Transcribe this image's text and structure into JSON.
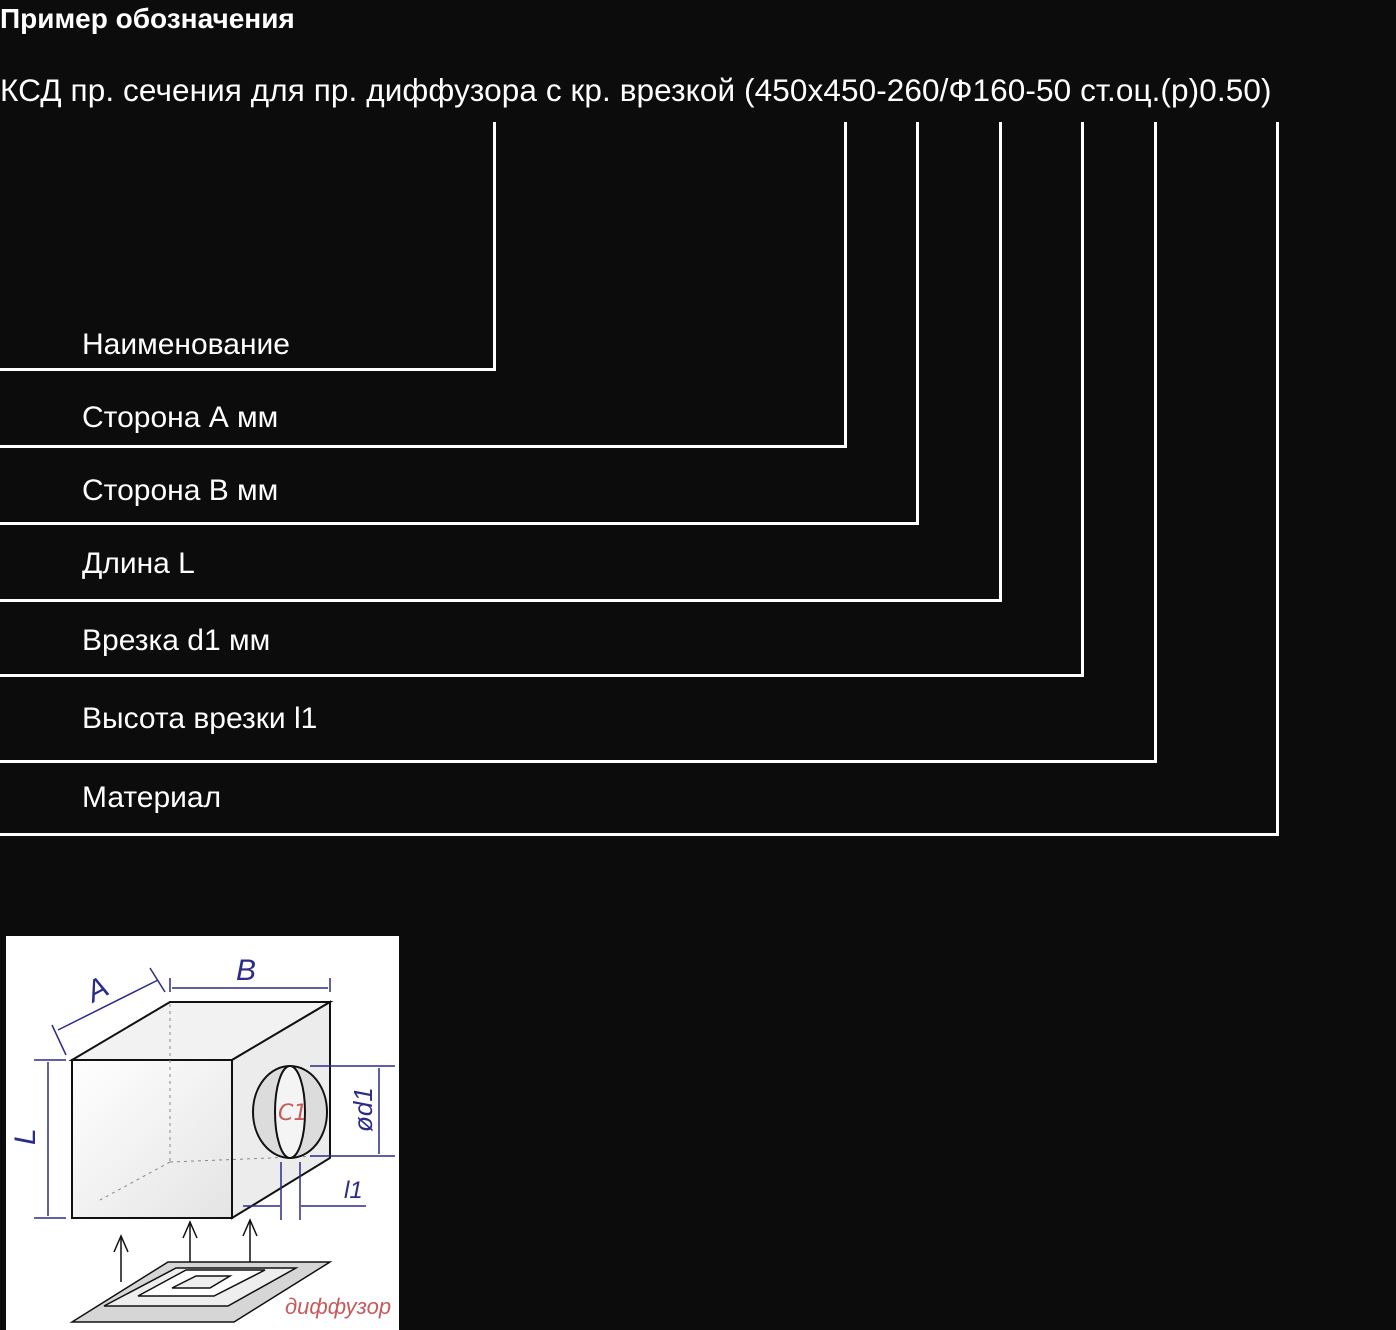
{
  "title": "Пример обозначения",
  "designation": "КСД пр. сечения для пр. диффузора с кр. врезкой (450х450-260/Ф160-50 ст.оц.(р)0.50)",
  "legend": [
    {
      "label": "Наименование"
    },
    {
      "label": "Сторона А мм"
    },
    {
      "label": "Сторона B мм"
    },
    {
      "label": "Длина L"
    },
    {
      "label": "Врезка d1 мм"
    },
    {
      "label": "Высота врезки l1"
    },
    {
      "label": "Материал"
    }
  ],
  "diagram": {
    "dim_a": "A",
    "dim_b": "B",
    "dim_l": "L",
    "dim_d1": "ød1",
    "dim_l1": "l1",
    "c1": "C1",
    "diffuser": "диффузор",
    "colors": {
      "dimension": "#2b2b8c",
      "note": "#c85a5a",
      "line": "#111111"
    }
  }
}
